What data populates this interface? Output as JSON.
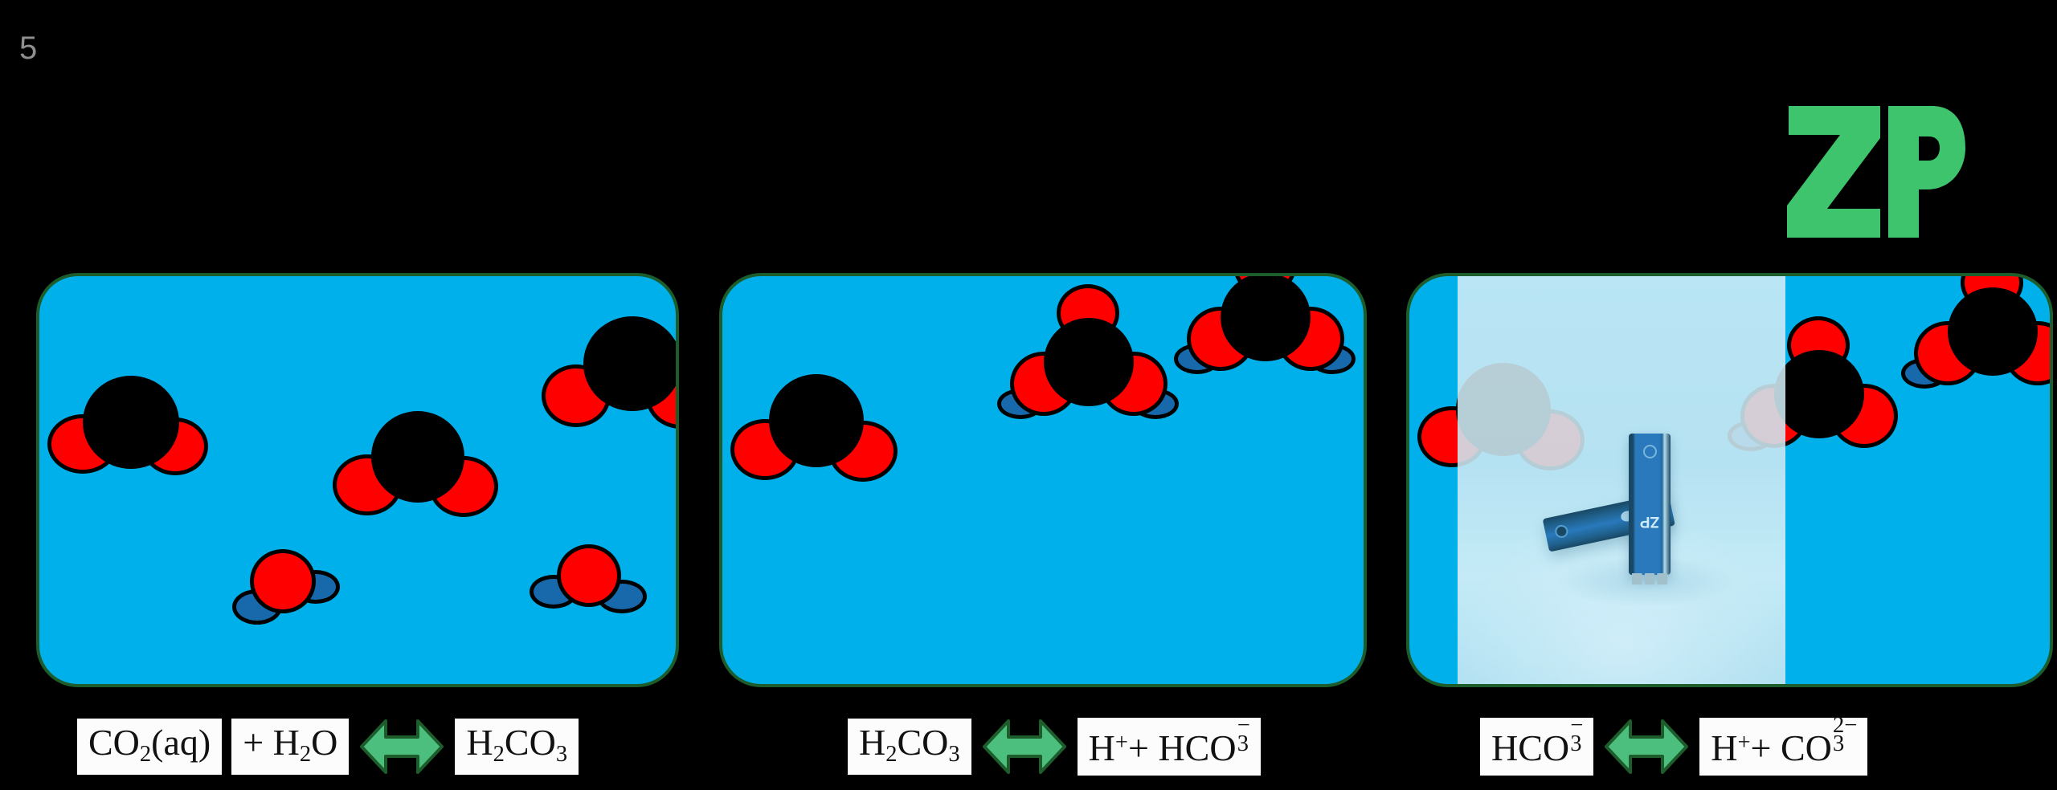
{
  "slide": {
    "number": "5",
    "background_color": "#000000",
    "slide_number_color": "#8e8e8e"
  },
  "brand": {
    "logo_text": "ZP",
    "logo_color": "#3ec46d"
  },
  "theme": {
    "panel_fill": "#00b0ea",
    "panel_border": "#1d5c2b",
    "arrow_fill": "#4cbf7e",
    "arrow_stroke": "#1d5c2b",
    "atom_carbon_color": "#000000",
    "atom_oxygen_color": "#ff0000",
    "atom_hydrogen_color": "#1769ab",
    "label_background": "#fcfcfc",
    "label_text_color": "#111111"
  },
  "panels": [
    {
      "id": "panel-1",
      "name": "co2-hydration-panel",
      "equation": {
        "left": "CO2(aq)",
        "left_extra": "+ H2O",
        "arrow": "double-headed-right-left-arrow",
        "right": "H2CO3"
      },
      "molecules": [
        {
          "species": "CO2",
          "label": "carbon dioxide"
        },
        {
          "species": "CO2",
          "label": "carbon dioxide"
        },
        {
          "species": "CO2",
          "label": "carbon dioxide"
        },
        {
          "species": "H2O",
          "label": "water"
        },
        {
          "species": "H2O",
          "label": "water"
        }
      ]
    },
    {
      "id": "panel-2",
      "name": "carbonic-acid-dissociation-panel",
      "equation": {
        "left": "H2CO3",
        "arrow": "double-headed-right-left-arrow",
        "right": "H+ + HCO3-"
      },
      "molecules": [
        {
          "species": "CO2",
          "label": "carbon dioxide"
        },
        {
          "species": "H2CO3",
          "label": "carbonic acid"
        },
        {
          "species": "H2CO3",
          "label": "carbonic acid"
        }
      ]
    },
    {
      "id": "panel-3",
      "name": "bicarbonate-dissociation-panel",
      "equation": {
        "left": "HCO3-",
        "arrow": "double-headed-right-left-arrow",
        "right": "H+ + CO3 2-"
      },
      "overlay": {
        "type": "photograph",
        "subject": "blue diagnostic test strips",
        "strip_brand_text": "ZP"
      },
      "molecules": [
        {
          "species": "CO2",
          "label": "carbon dioxide"
        },
        {
          "species": "HCO3",
          "label": "bicarbonate"
        },
        {
          "species": "HCO3",
          "label": "bicarbonate"
        }
      ]
    }
  ],
  "equations": {
    "row1": {
      "term1": {
        "base": "CO",
        "sub": "2",
        "tail": "(aq)"
      },
      "term2": {
        "plus": "+ H",
        "sub": "2",
        "tail": "O"
      },
      "term3": {
        "base": "H",
        "sub1": "2",
        "mid": "CO",
        "sub2": "3"
      }
    },
    "row2": {
      "term1": {
        "base": "H",
        "sub1": "2",
        "mid": "CO",
        "sub2": "3"
      },
      "term2": {
        "h": "H",
        "sup": "+",
        "plus": "+ HCO",
        "sub": "3",
        "charge": "−"
      }
    },
    "row3": {
      "term1": {
        "base": "HCO",
        "sub": "3",
        "charge": "−"
      },
      "term2": {
        "h": "H",
        "sup": "+",
        "plus": "+ CO",
        "sub": "3",
        "charge_sup": "2−"
      }
    }
  }
}
